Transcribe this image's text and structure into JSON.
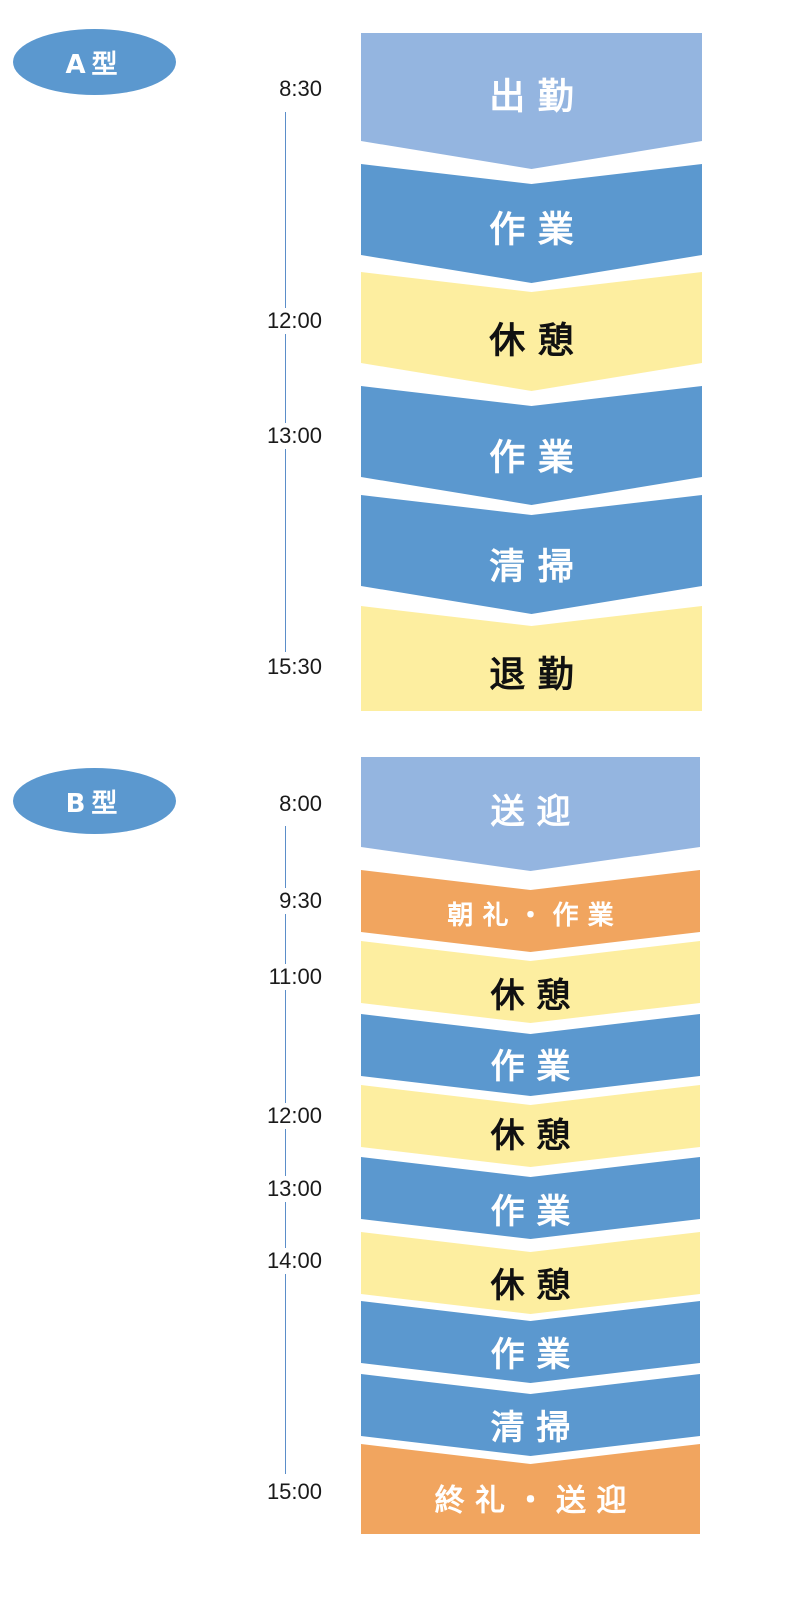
{
  "colors": {
    "lightblue": "#94b5e0",
    "blue": "#5b98cf",
    "yellow": "#fdeea0",
    "orange": "#f1a55f",
    "text_light": "#ffffff",
    "text_dark": "#111111"
  },
  "sections": [
    {
      "badge": "A型",
      "times": [
        "8:30",
        "12:00",
        "13:00",
        "15:30"
      ],
      "steps": [
        {
          "label": "出 勤",
          "color": "lightblue"
        },
        {
          "label": "作 業",
          "color": "blue"
        },
        {
          "label": "休 憩",
          "color": "yellow"
        },
        {
          "label": "作 業",
          "color": "blue"
        },
        {
          "label": "清 掃",
          "color": "blue"
        },
        {
          "label": "退 勤",
          "color": "yellow"
        }
      ]
    },
    {
      "badge": "B型",
      "times": [
        "8:00",
        "9:30",
        "11:00",
        "12:00",
        "13:00",
        "14:00",
        "15:00"
      ],
      "steps": [
        {
          "label": "送 迎",
          "color": "lightblue"
        },
        {
          "label": "朝 礼 ・ 作 業",
          "color": "orange"
        },
        {
          "label": "休 憩",
          "color": "yellow"
        },
        {
          "label": "作 業",
          "color": "blue"
        },
        {
          "label": "休 憩",
          "color": "yellow"
        },
        {
          "label": "作 業",
          "color": "blue"
        },
        {
          "label": "休 憩",
          "color": "yellow"
        },
        {
          "label": "作 業",
          "color": "blue"
        },
        {
          "label": "清 掃",
          "color": "blue"
        },
        {
          "label": "終 礼 ・ 送 迎",
          "color": "orange"
        }
      ]
    }
  ]
}
